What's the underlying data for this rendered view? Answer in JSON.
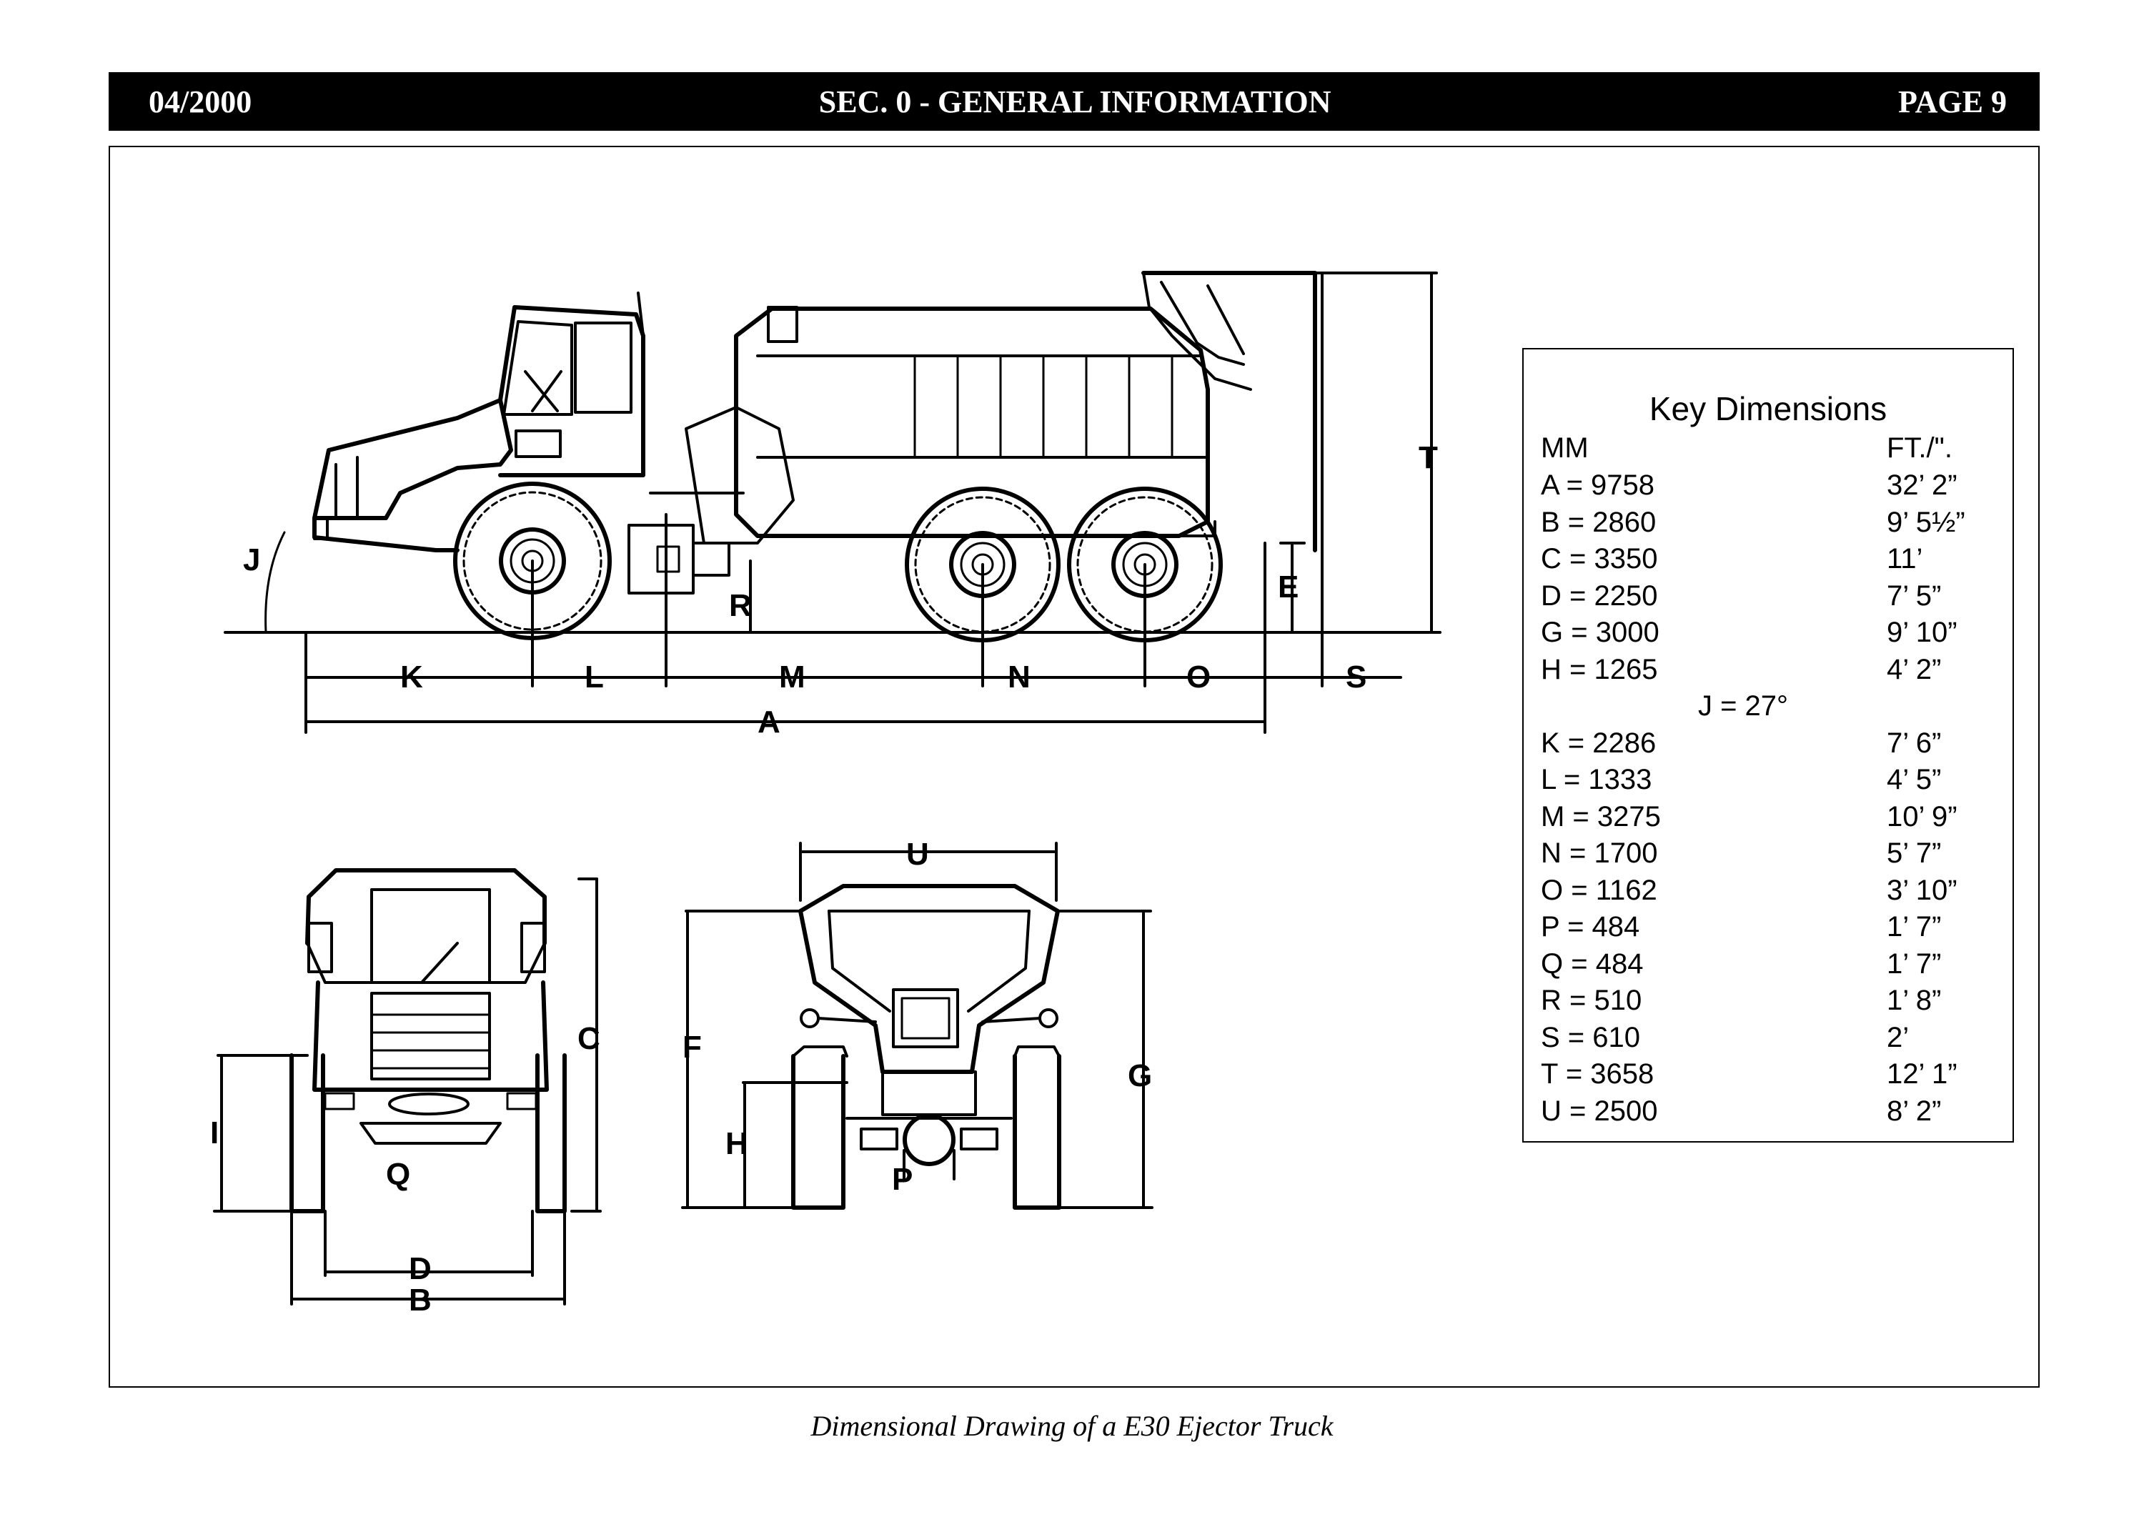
{
  "header": {
    "date": "04/2000",
    "section": "SEC. 0 - GENERAL INFORMATION",
    "page": "PAGE 9"
  },
  "drawing_labels": {
    "J": "J",
    "K": "K",
    "L": "L",
    "M": "M",
    "N": "N",
    "O": "O",
    "S": "S",
    "A": "A",
    "R": "R",
    "E": "E",
    "T": "T",
    "C": "C",
    "I": "I",
    "Q": "Q",
    "D": "D",
    "B": "B",
    "U": "U",
    "F": "F",
    "G": "G",
    "H": "H",
    "P": "P"
  },
  "key_dimensions": {
    "title": "Key Dimensions",
    "col_mm": "MM",
    "col_ft": "FT./\".",
    "rows": [
      {
        "mm": "A = 9758",
        "ft": "32’ 2”"
      },
      {
        "mm": "B = 2860",
        "ft": "9’ 5½”"
      },
      {
        "mm": "C = 3350",
        "ft": "11’"
      },
      {
        "mm": "D = 2250",
        "ft": "7’ 5”"
      },
      {
        "mm": "G = 3000",
        "ft": "9’ 10”"
      },
      {
        "mm": "H = 1265",
        "ft": "4’ 2”"
      },
      {
        "center": "J = 27°"
      },
      {
        "mm": "K = 2286",
        "ft": "7’ 6”"
      },
      {
        "mm": "L = 1333",
        "ft": "4’ 5”"
      },
      {
        "mm": "M = 3275",
        "ft": "10’ 9”"
      },
      {
        "mm": "N = 1700",
        "ft": "5’ 7”"
      },
      {
        "mm": "O = 1162",
        "ft": "3’ 10”"
      },
      {
        "mm": "P = 484",
        "ft": " 1’ 7”"
      },
      {
        "mm": "Q = 484",
        "ft": " 1’ 7”"
      },
      {
        "mm": "R = 510",
        "ft": " 1’ 8”"
      },
      {
        "mm": "S = 610",
        "ft": " 2’"
      },
      {
        "mm": "T = 3658",
        "ft": "12’ 1”"
      },
      {
        "mm": "U = 2500",
        "ft": "8’ 2”"
      }
    ]
  },
  "caption": "Dimensional Drawing of a E30 Ejector Truck"
}
